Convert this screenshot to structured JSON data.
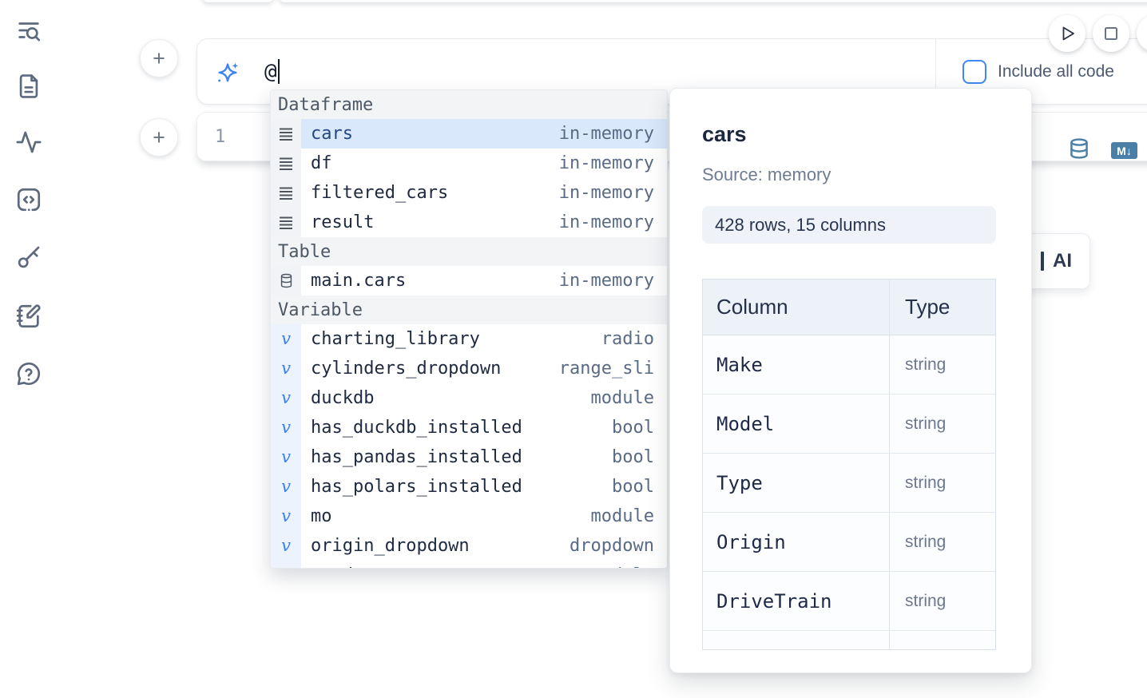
{
  "sidebar": {
    "icons": [
      "list-search-icon",
      "document-icon",
      "activity-icon",
      "code-block-icon",
      "key-icon",
      "notebook-pen-icon",
      "help-chat-icon"
    ]
  },
  "cell_controls": {
    "add_cell_label": "+",
    "run_icon": "play-icon",
    "stop_icon": "stop-icon"
  },
  "ai_prompt": {
    "value": "@",
    "sparkles_icon": "sparkles-icon",
    "include_all_code_label": "Include all code",
    "include_all_code_checked": false
  },
  "editor": {
    "line_number": "1"
  },
  "cell_toolbar": {
    "datasource_icon": "database-icon",
    "markdown_badge": "M↓"
  },
  "autocomplete": {
    "rows": [
      {
        "kind": "header",
        "label": "Dataframe"
      },
      {
        "kind": "item",
        "icon": "dataframe-rows-icon",
        "name": "cars",
        "type": "in-memory",
        "selected": true
      },
      {
        "kind": "item",
        "icon": "dataframe-rows-icon",
        "name": "df",
        "type": "in-memory"
      },
      {
        "kind": "item",
        "icon": "dataframe-rows-icon",
        "name": "filtered_cars",
        "type": "in-memory"
      },
      {
        "kind": "item",
        "icon": "dataframe-rows-icon",
        "name": "result",
        "type": "in-memory"
      },
      {
        "kind": "header",
        "label": "Table"
      },
      {
        "kind": "item",
        "icon": "database-icon",
        "name": "main.cars",
        "type": "in-memory"
      },
      {
        "kind": "header",
        "label": "Variable"
      },
      {
        "kind": "item",
        "icon": "variable-icon",
        "name": "charting_library",
        "type": "radio"
      },
      {
        "kind": "item",
        "icon": "variable-icon",
        "name": "cylinders_dropdown",
        "type": "range_sli"
      },
      {
        "kind": "item",
        "icon": "variable-icon",
        "name": "duckdb",
        "type": "module"
      },
      {
        "kind": "item",
        "icon": "variable-icon",
        "name": "has_duckdb_installed",
        "type": "bool"
      },
      {
        "kind": "item",
        "icon": "variable-icon",
        "name": "has_pandas_installed",
        "type": "bool"
      },
      {
        "kind": "item",
        "icon": "variable-icon",
        "name": "has_polars_installed",
        "type": "bool"
      },
      {
        "kind": "item",
        "icon": "variable-icon",
        "name": "mo",
        "type": "module"
      },
      {
        "kind": "item",
        "icon": "variable-icon",
        "name": "origin_dropdown",
        "type": "dropdown"
      },
      {
        "kind": "item",
        "icon": "variable-icon",
        "name": "pandas",
        "type": "module",
        "clipped": true
      }
    ]
  },
  "preview": {
    "title": "cars",
    "source": "Source: memory",
    "shape": "428 rows, 15 columns",
    "table": {
      "headers": [
        "Column",
        "Type"
      ],
      "rows": [
        {
          "column": "Make",
          "type": "string"
        },
        {
          "column": "Model",
          "type": "string"
        },
        {
          "column": "Type",
          "type": "string"
        },
        {
          "column": "Origin",
          "type": "string"
        },
        {
          "column": "DriveTrain",
          "type": "string"
        }
      ]
    }
  },
  "ai_overlay_button": {
    "label": "AI"
  },
  "colors": {
    "accent_blue": "#3c82f6",
    "steel_blue": "#4a80a8",
    "selection_blue": "#d9e8fb",
    "ink": "#1e2a40",
    "muted": "#5a6b85"
  }
}
